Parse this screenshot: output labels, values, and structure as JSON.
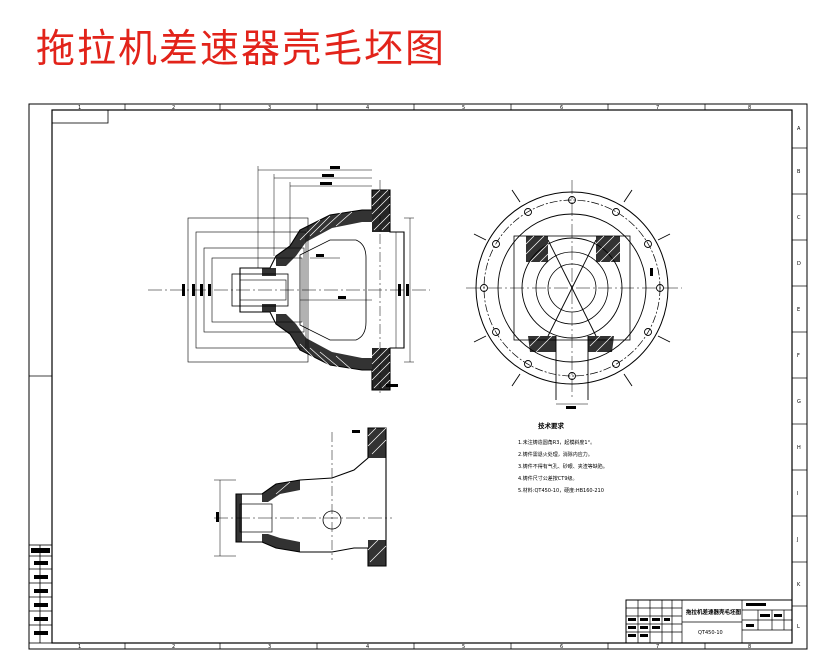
{
  "title": "拖拉机差速器壳毛坯图",
  "colors": {
    "title": "#e2231a",
    "line": "#000000",
    "background": "#ffffff"
  },
  "zones": {
    "columns_top": [
      "1",
      "2",
      "3",
      "4",
      "5",
      "6",
      "7",
      "8"
    ],
    "columns_bottom": [
      "1",
      "2",
      "3",
      "4",
      "5",
      "6",
      "7",
      "8"
    ],
    "rows": [
      "A",
      "B",
      "C",
      "D",
      "E",
      "F",
      "G",
      "H",
      "I",
      "J",
      "K",
      "L"
    ]
  },
  "tech_requirements": {
    "title": "技术要求",
    "items": [
      "1.未注铸造圆角R3，起模斜度1°。",
      "2.铸件需退火处理，消除内应力。",
      "3.铸件不得有气孔、砂眼、夹渣等缺陷。",
      "4.铸件尺寸公差按CT9级。",
      "5.材料:QT450-10，硬度:HB160-210"
    ]
  },
  "title_block": {
    "drawing_name": "拖拉机差速器壳毛坯图",
    "material": "QT450-10"
  }
}
